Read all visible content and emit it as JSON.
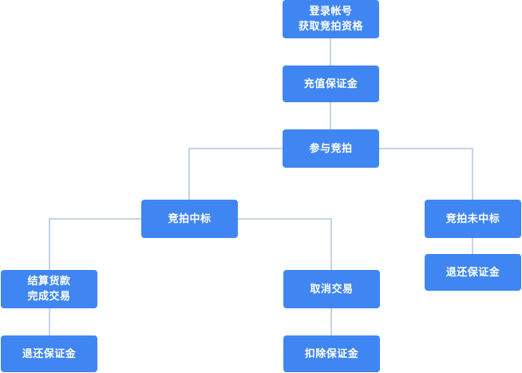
{
  "colors": {
    "node_fill": "#3f86f2",
    "connector": "#c5d3e4",
    "text": "#ffffff"
  },
  "nodes": {
    "login": {
      "line1": "登录帐号",
      "line2": "获取竞拍资格"
    },
    "deposit": {
      "label": "充值保证金"
    },
    "join": {
      "label": "参与竞拍"
    },
    "won": {
      "label": "竞拍中标"
    },
    "lost": {
      "label": "竞拍未中标"
    },
    "settle": {
      "line1": "结算货款",
      "line2": "完成交易"
    },
    "cancel": {
      "label": "取消交易"
    },
    "refund_won": {
      "label": "退还保证金"
    },
    "deduct": {
      "label": "扣除保证金"
    },
    "refund_lost": {
      "label": "退还保证金"
    }
  }
}
